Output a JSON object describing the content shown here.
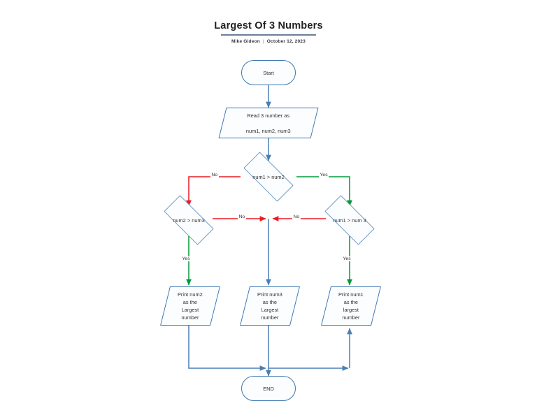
{
  "header": {
    "title": "Largest Of 3 Numbers",
    "author": "Mike Gideon",
    "separator": "|",
    "date": "October 12, 2023"
  },
  "colors": {
    "node_border": "#3d77b0",
    "node_fill": "#fbfdff",
    "flow_blue": "#4a7fb5",
    "yes_green": "#009a38",
    "no_red": "#ec1c24",
    "title_rule": "#6b7f99",
    "text": "#2f2f2f"
  },
  "flowchart": {
    "type": "flowchart",
    "title": "Largest Of 3 Numbers",
    "nodes": [
      {
        "id": "start",
        "shape": "terminal",
        "text": "Start"
      },
      {
        "id": "read",
        "shape": "io",
        "text": "Read 3 number as\n\nnum1, num2, num3"
      },
      {
        "id": "d1",
        "shape": "decision",
        "text": "num1 > num2"
      },
      {
        "id": "d2",
        "shape": "decision",
        "text": "num2 >  num3"
      },
      {
        "id": "d3",
        "shape": "decision",
        "text": "num1 > num 3"
      },
      {
        "id": "print2",
        "shape": "io",
        "text": "Print num2\nas the\nLargest\nnumber"
      },
      {
        "id": "print3",
        "shape": "io",
        "text": "Print num3\nas the\nLargest\nnumber"
      },
      {
        "id": "print1",
        "shape": "io",
        "text": "Print num1\nas the\nlargest\nnumber"
      },
      {
        "id": "end",
        "shape": "terminal",
        "text": "END"
      }
    ],
    "edges": [
      {
        "from": "start",
        "to": "read",
        "label": "",
        "color": "blue"
      },
      {
        "from": "read",
        "to": "d1",
        "label": "",
        "color": "blue"
      },
      {
        "from": "d1",
        "to": "d2",
        "label": "No",
        "color": "red"
      },
      {
        "from": "d1",
        "to": "d3",
        "label": "Yes",
        "color": "green"
      },
      {
        "from": "d2",
        "to": "print2",
        "label": "Yes",
        "color": "green"
      },
      {
        "from": "d2",
        "to": "merge",
        "label": "No",
        "color": "red"
      },
      {
        "from": "d3",
        "to": "print1",
        "label": "Yes",
        "color": "green"
      },
      {
        "from": "d3",
        "to": "merge",
        "label": "No",
        "color": "red"
      },
      {
        "from": "merge",
        "to": "print3",
        "label": "",
        "color": "blue"
      },
      {
        "from": "print2",
        "to": "end",
        "label": "",
        "color": "blue"
      },
      {
        "from": "print3",
        "to": "end",
        "label": "",
        "color": "blue"
      },
      {
        "from": "print1",
        "to": "end",
        "label": "",
        "color": "blue"
      }
    ],
    "edge_labels": {
      "d1_no": "No",
      "d1_yes": "Yes",
      "d2_yes": "Yes",
      "d2_no": "No",
      "d3_yes": "Yes",
      "d3_no": "No"
    }
  }
}
